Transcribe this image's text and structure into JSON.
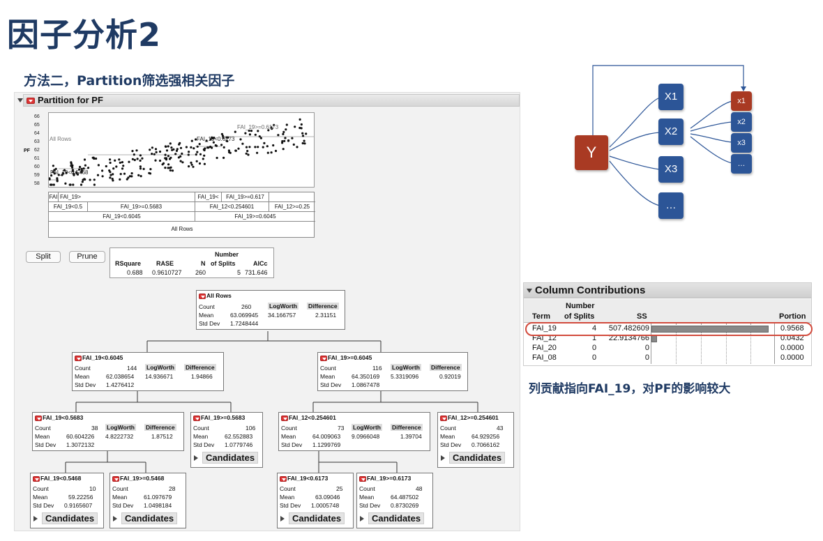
{
  "title": "因子分析2",
  "subtitle": "方法二，Partition筛选强相关因子",
  "jmp": {
    "header": "Partition for PF",
    "y_label": "PF",
    "y_ticks": [
      "66",
      "65",
      "64",
      "63",
      "62",
      "61",
      "60",
      "59",
      "58"
    ],
    "plot_labels": [
      "All Rows",
      "FAI_19<0.5468",
      "FAI_19>=0.6173",
      "FAI_19<0.6173"
    ],
    "partition_rows": [
      [
        "FAI",
        "FAI_19>",
        "FAI_19<",
        "FAI_19>=0.617"
      ],
      [
        "FAI_19<0.5",
        "FAI_19>=0.5683",
        "FAI_12<0.254601",
        "FAI_12>=0.25"
      ],
      [
        "FAI_19<0.6045",
        "FAI_19>=0.6045"
      ],
      [
        "All Rows"
      ]
    ],
    "split_label": "Split",
    "prune_label": "Prune",
    "summary": {
      "headers": [
        "RSquare",
        "RASE",
        "N",
        "Number",
        "of Splits",
        "AICc"
      ],
      "values": [
        "0.688",
        "0.9610727",
        "260",
        "5",
        "731.646"
      ]
    },
    "stat_labels": {
      "count": "Count",
      "mean": "Mean",
      "sd": "Std Dev",
      "logworth": "LogWorth",
      "difference": "Difference",
      "candidates": "Candidates"
    },
    "nodes": {
      "root": {
        "title": "All Rows",
        "count": "260",
        "mean": "63.069945",
        "sd": "1.7248444",
        "logworth": "34.166757",
        "difference": "2.31151"
      },
      "l": {
        "title": "FAI_19<0.6045",
        "count": "144",
        "mean": "62.038654",
        "sd": "1.4276412",
        "logworth": "14.936671",
        "difference": "1.94866"
      },
      "r": {
        "title": "FAI_19>=0.6045",
        "count": "116",
        "mean": "64.350169",
        "sd": "1.0867478",
        "logworth": "5.3319096",
        "difference": "0.92019"
      },
      "ll": {
        "title": "FAI_19<0.5683",
        "count": "38",
        "mean": "60.604226",
        "sd": "1.3072132",
        "logworth": "4.8222732",
        "difference": "1.87512"
      },
      "lr": {
        "title": "FAI_19>=0.5683",
        "count": "106",
        "mean": "62.552883",
        "sd": "1.0779746"
      },
      "rl": {
        "title": "FAI_12<0.254601",
        "count": "73",
        "mean": "64.009063",
        "sd": "1.1299769",
        "logworth": "9.0966048",
        "difference": "1.39704"
      },
      "rr": {
        "title": "FAI_12>=0.254601",
        "count": "43",
        "mean": "64.929256",
        "sd": "0.7066162"
      },
      "lll": {
        "title": "FAI_19<0.5468",
        "count": "10",
        "mean": "59.22256",
        "sd": "0.9165607"
      },
      "llr": {
        "title": "FAI_19>=0.5468",
        "count": "28",
        "mean": "61.097679",
        "sd": "1.0498184"
      },
      "rll": {
        "title": "FAI_19<0.6173",
        "count": "25",
        "mean": "63.09046",
        "sd": "1.0005748"
      },
      "rlr": {
        "title": "FAI_19>=0.6173",
        "count": "48",
        "mean": "64.487502",
        "sd": "0.8730269"
      }
    }
  },
  "diagram": {
    "y": "Y",
    "x_nodes": [
      "X1",
      "X2",
      "X3",
      "…"
    ],
    "sub_nodes": [
      "x1",
      "x2",
      "x3",
      "…"
    ],
    "colors": {
      "y": "#a93a23",
      "x": "#2c5597",
      "highlight": "#a93a23"
    }
  },
  "contributions": {
    "header": "Column Contributions",
    "col_headers": [
      "Term",
      "Number",
      "of Splits",
      "SS",
      "Portion"
    ],
    "rows": [
      {
        "term": "FAI_19",
        "splits": "4",
        "ss": "507.482609",
        "portion": "0.9568",
        "bar": 0.9568
      },
      {
        "term": "FAI_12",
        "splits": "1",
        "ss": "22.9134766",
        "portion": "0.0432",
        "bar": 0.0432
      },
      {
        "term": "FAI_20",
        "splits": "0",
        "ss": "0",
        "portion": "0.0000",
        "bar": 0
      },
      {
        "term": "FAI_08",
        "splits": "0",
        "ss": "0",
        "portion": "0.0000",
        "bar": 0
      }
    ]
  },
  "caption": "列贡献指向FAI_19，对PF的影响较大"
}
